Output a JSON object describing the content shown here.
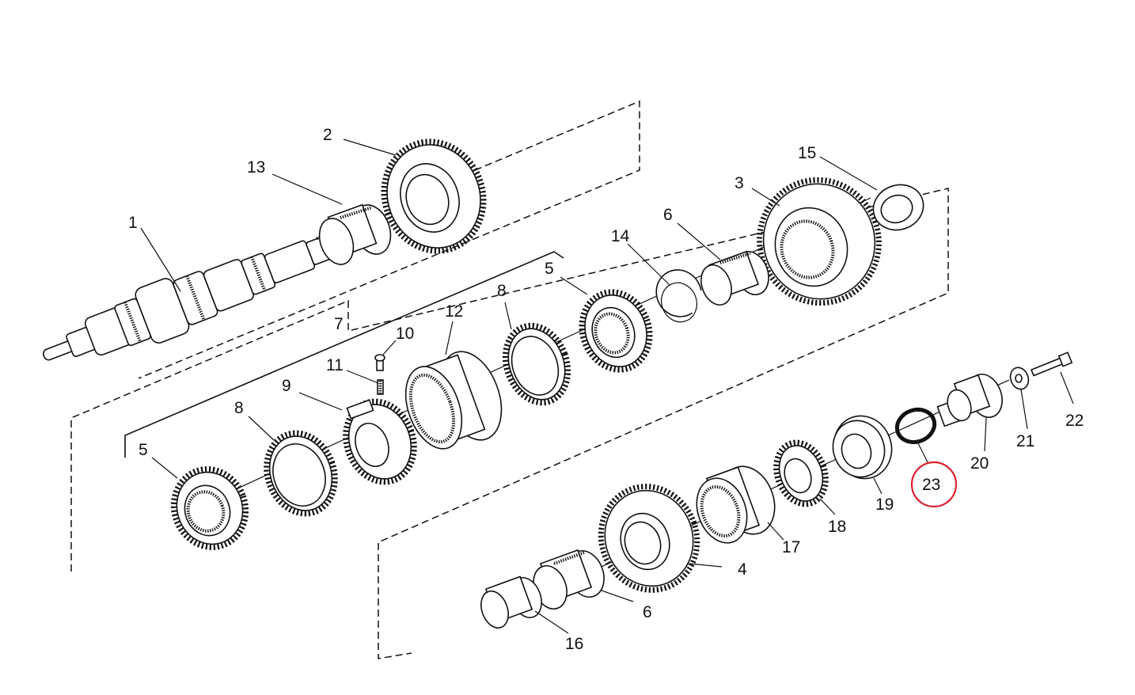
{
  "diagram": {
    "callouts": [
      {
        "id": "1",
        "text": "1"
      },
      {
        "id": "2",
        "text": "2"
      },
      {
        "id": "3",
        "text": "3"
      },
      {
        "id": "4",
        "text": "4"
      },
      {
        "id": "5a",
        "text": "5"
      },
      {
        "id": "5b",
        "text": "5"
      },
      {
        "id": "6a",
        "text": "6"
      },
      {
        "id": "6b",
        "text": "6"
      },
      {
        "id": "7",
        "text": "7"
      },
      {
        "id": "8a",
        "text": "8"
      },
      {
        "id": "8b",
        "text": "8"
      },
      {
        "id": "9",
        "text": "9"
      },
      {
        "id": "10",
        "text": "10"
      },
      {
        "id": "11",
        "text": "11"
      },
      {
        "id": "12",
        "text": "12"
      },
      {
        "id": "13",
        "text": "13"
      },
      {
        "id": "14",
        "text": "14"
      },
      {
        "id": "15",
        "text": "15"
      },
      {
        "id": "16",
        "text": "16"
      },
      {
        "id": "17",
        "text": "17"
      },
      {
        "id": "18",
        "text": "18"
      },
      {
        "id": "19",
        "text": "19"
      },
      {
        "id": "20",
        "text": "20"
      },
      {
        "id": "21",
        "text": "21"
      },
      {
        "id": "22",
        "text": "22"
      },
      {
        "id": "23",
        "text": "23"
      }
    ],
    "highlighted_callout": "23",
    "highlight_color": "#d9232e",
    "line_color": "#111111"
  }
}
